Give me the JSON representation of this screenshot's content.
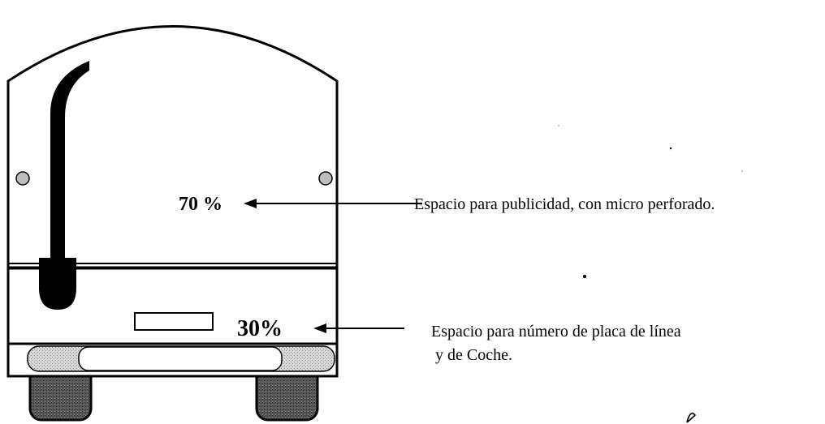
{
  "labels": {
    "upper_percent": "70 %",
    "lower_percent": "30%",
    "upper_description": "Espacio para  publicidad, con micro perforado.",
    "lower_description_line1": "Espacio para número de placa de línea",
    "lower_description_line2": "y de Coche."
  },
  "colors": {
    "stroke": "#000000",
    "bumper_fill": "#cfcfcf",
    "wheel_fill": "#555555",
    "mirror_fill": "#b5b5b5",
    "background": "#ffffff"
  },
  "icons": {
    "mirror": "vertical-exhaust-or-mirror-arm",
    "arrow": "left-pointing-arrow"
  }
}
